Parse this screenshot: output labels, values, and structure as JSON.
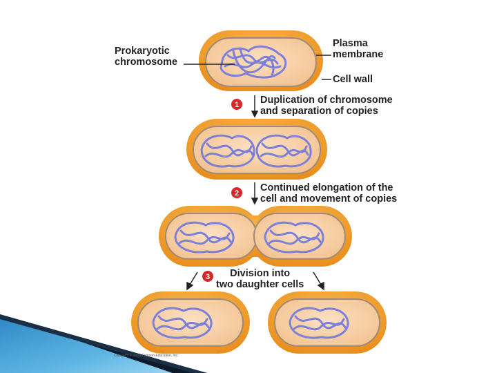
{
  "labels": {
    "prokaryotic_chromosome": [
      "Prokaryotic",
      "chromosome"
    ],
    "plasma_membrane": [
      "Plasma",
      "membrane"
    ],
    "cell_wall": "Cell wall"
  },
  "steps": [
    {
      "number": "1",
      "text": [
        "Duplication of chromosome",
        "and separation of copies"
      ]
    },
    {
      "number": "2",
      "text": [
        "Continued elongation of the",
        "cell and movement of copies"
      ]
    },
    {
      "number": "3",
      "text": [
        "Division into",
        "two daughter cells"
      ]
    }
  ],
  "copyright": "Copyright © 2008 Pearson Education, Inc.",
  "colors": {
    "cell_wall": "#f0a030",
    "cell_interior": "#f9d2a8",
    "membrane": "#9e8a78",
    "chromosome": "#7b7fd8",
    "step_badge": "#d62828",
    "corner_dark": "#0e1a2a",
    "corner_blue": "#4aa3d8"
  }
}
